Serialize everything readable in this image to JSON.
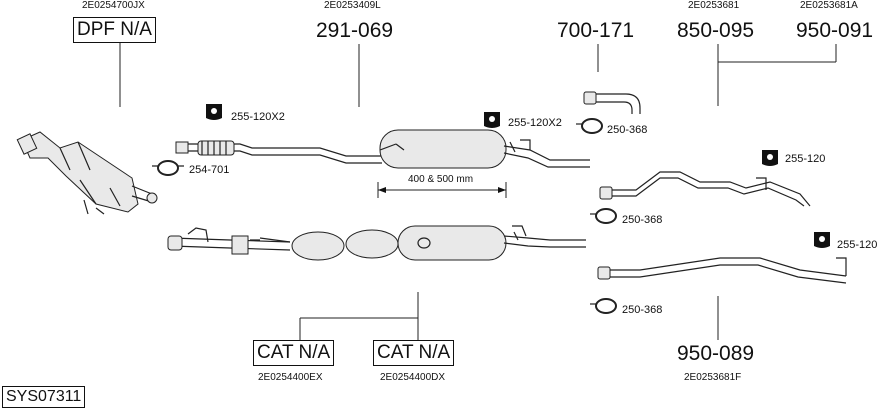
{
  "diagram": {
    "system_code": "SYS07311",
    "oem_codes": {
      "dpf": "2E0254700JX",
      "center": "2E0253409L",
      "tail_a": "2E0253681",
      "tail_b": "2E0253681A",
      "cat_ex": "2E0254400EX",
      "cat_dx": "2E0254400DX",
      "tail_f": "2E0253681F"
    },
    "part_numbers": {
      "dpf": "DPF N/A",
      "center": "291-069",
      "tailpipe_short": "700-171",
      "tail_850": "850-095",
      "tail_950_091": "950-091",
      "cat_ex": "CAT N/A",
      "cat_dx": "CAT N/A",
      "tail_950_089": "950-089"
    },
    "accessories": {
      "hanger_center_front": "255-120X2",
      "hanger_center_rear": "255-120X2",
      "clamp_center": "254-701",
      "clamp_top": "250-368",
      "hanger_tail_mid": "255-120",
      "clamp_tail_mid": "250-368",
      "hanger_tail_low": "255-120",
      "clamp_tail_low": "250-368"
    },
    "dimension": "400 & 500 mm"
  }
}
